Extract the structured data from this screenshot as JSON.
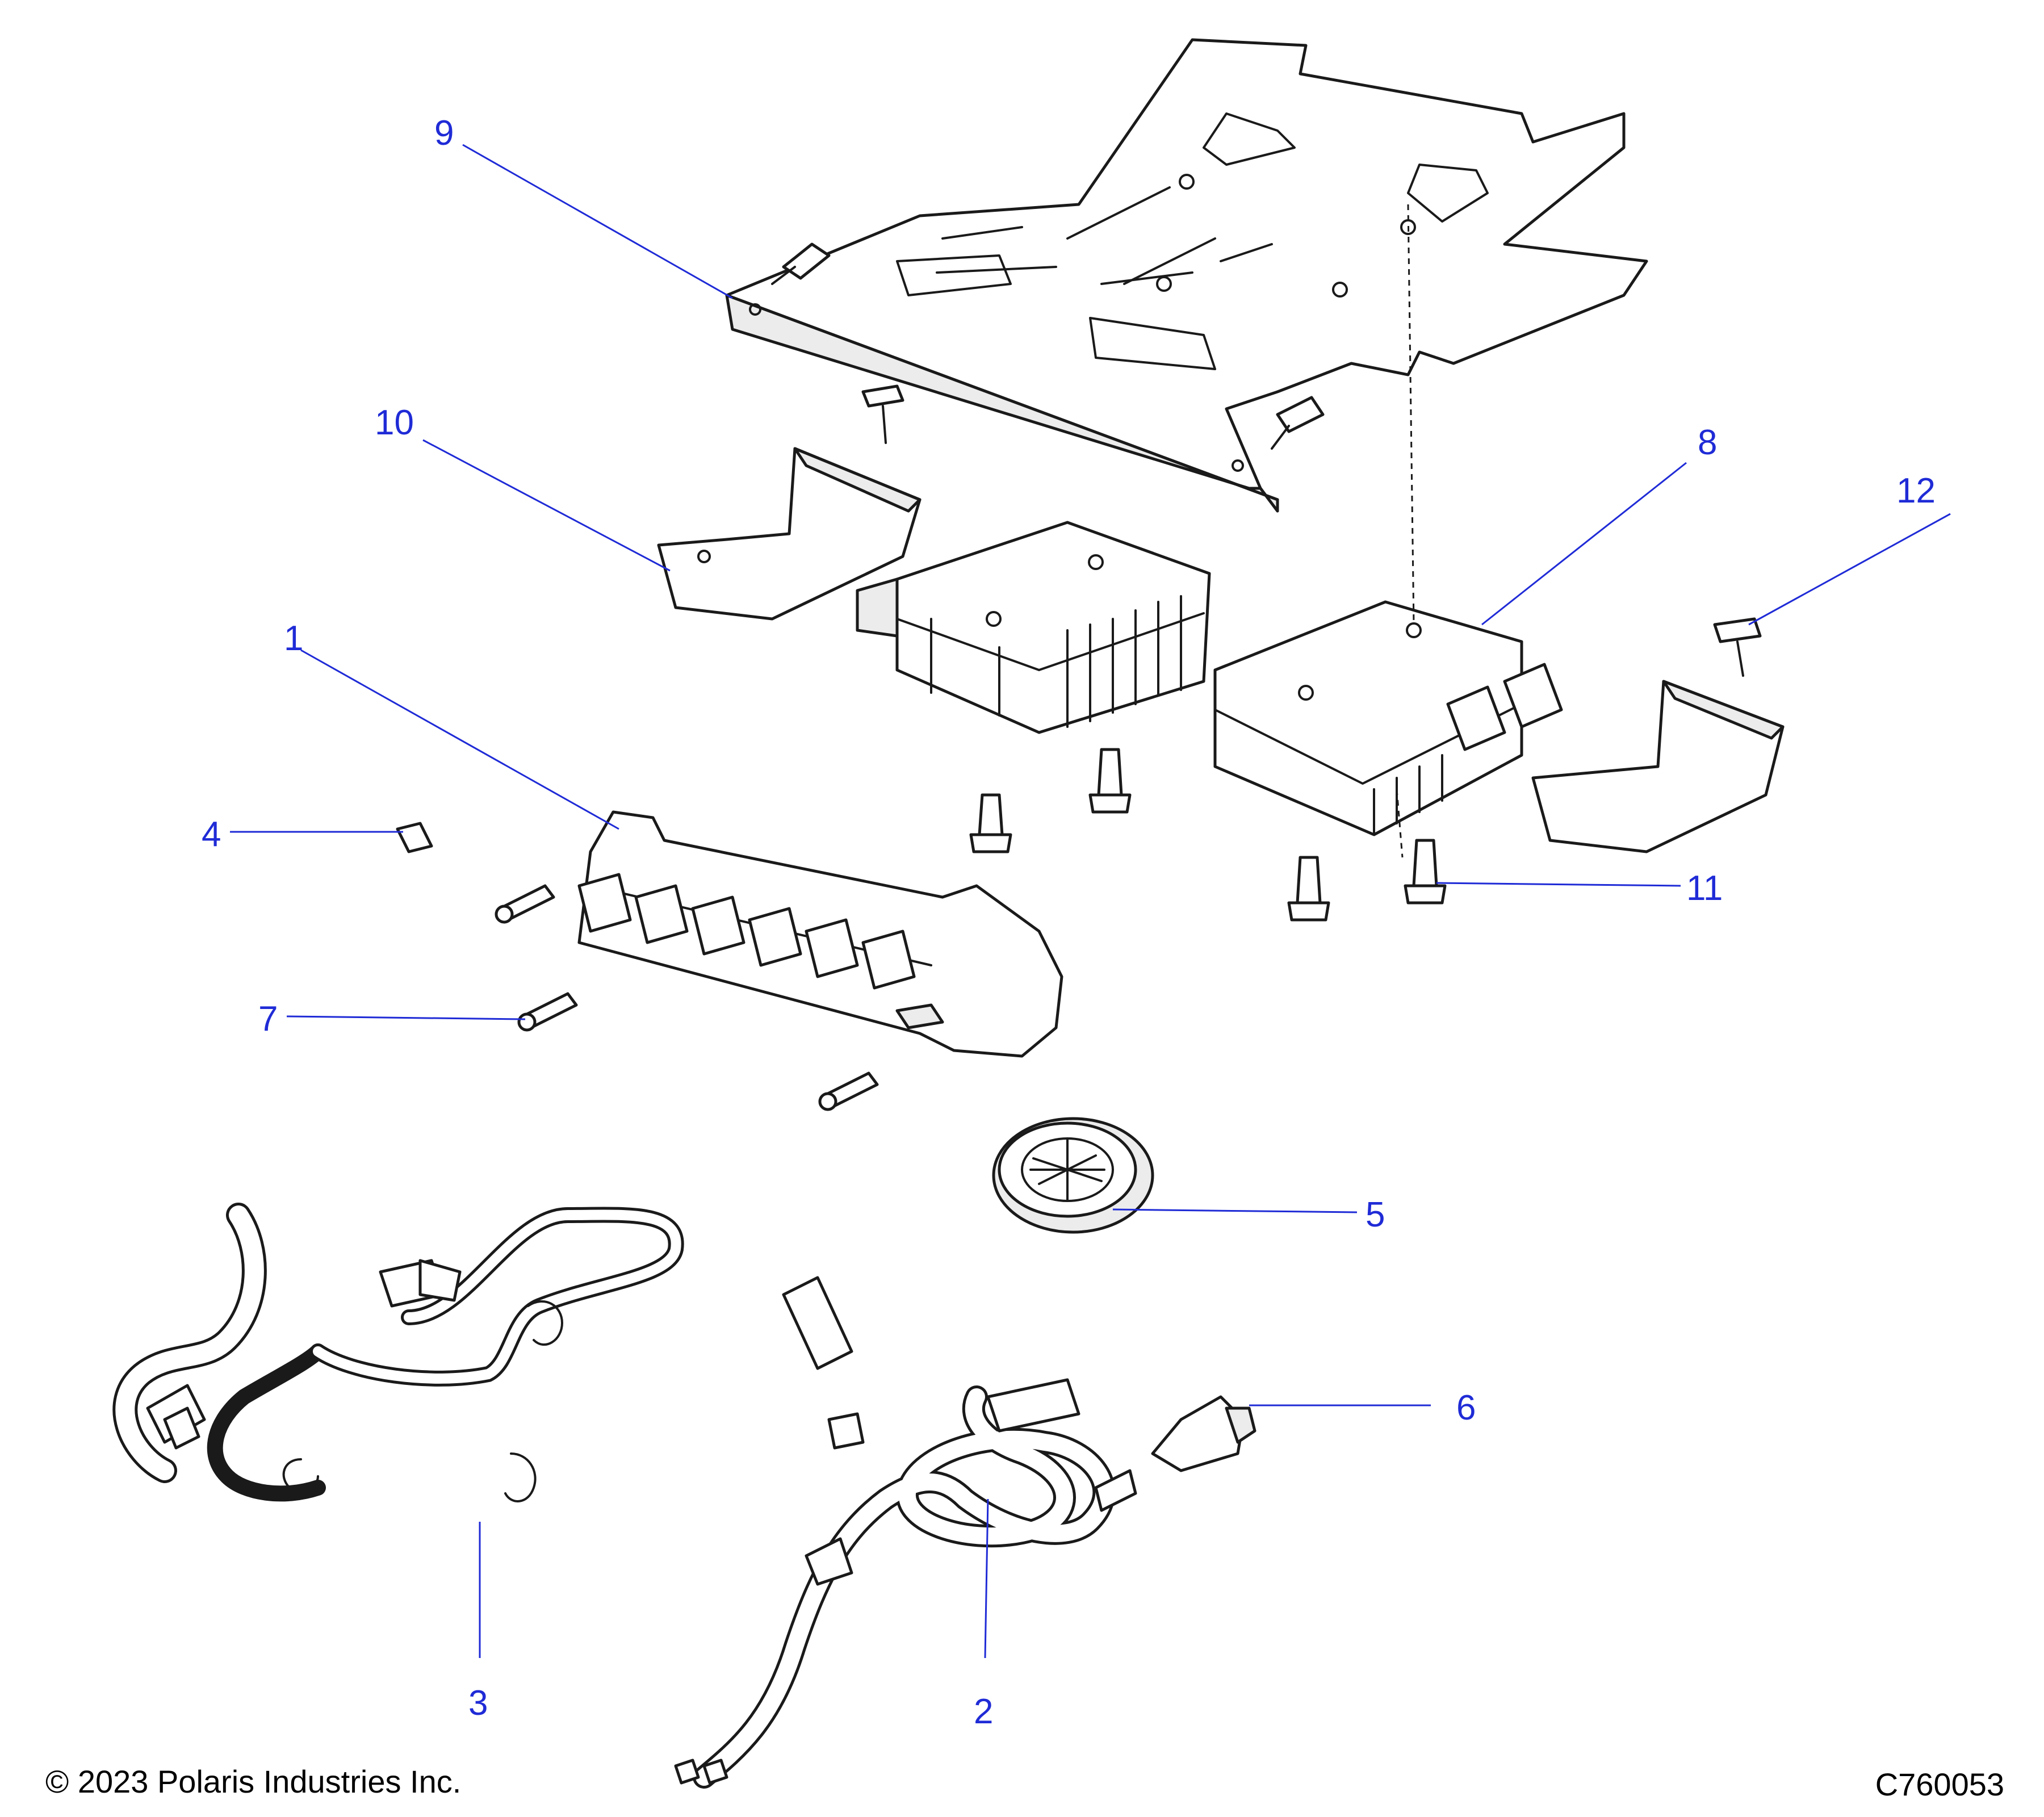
{
  "callouts": {
    "c1": "1",
    "c2": "2",
    "c3": "3",
    "c4": "4",
    "c5": "5",
    "c6": "6",
    "c7": "7",
    "c8": "8",
    "c9": "9",
    "c10": "10",
    "c11": "11",
    "c12": "12"
  },
  "footer": {
    "copyright": "© 2023 Polaris Industries Inc.",
    "drawing_number": "C760053"
  },
  "colors": {
    "callout": "#1f2bd6",
    "line_art": "#1a1a1a"
  }
}
